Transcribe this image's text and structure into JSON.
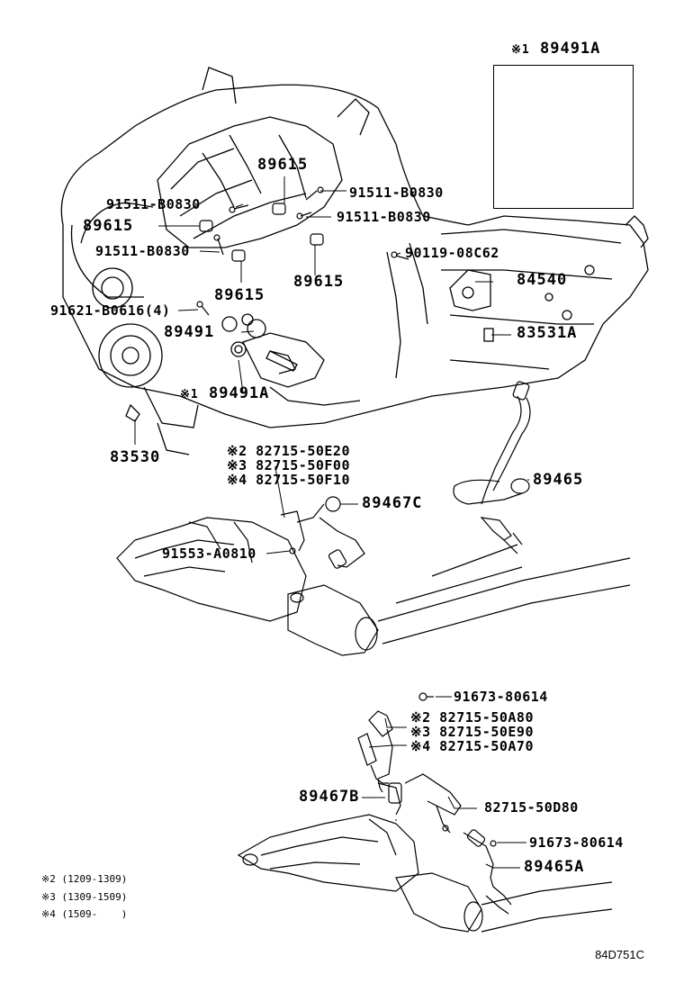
{
  "inset": {
    "mark": "※1",
    "part": "89491A"
  },
  "labels": {
    "p89615_top": "89615",
    "p91511_b0830_r1": "91511-B0830",
    "p91511_b0830_l1": "91511-B0830",
    "p89615_left": "89615",
    "p91511_b0830_r2": "91511-B0830",
    "p91511_b0830_l2": "91511-B0830",
    "p90119": "90119-08C62",
    "p89615_bl": "89615",
    "p89615_br": "89615",
    "p84540": "84540",
    "p91621": "91621-B0616(4)",
    "p89491": "89491",
    "p83531a": "83531A",
    "p89491a_mark": "※1",
    "p89491a": "89491A",
    "p83530": "83530",
    "p82715_mid_2": "※2 82715-50E20",
    "p82715_mid_3": "※3 82715-50F00",
    "p82715_mid_4": "※4 82715-50F10",
    "p89465": "89465",
    "p89467c": "89467C",
    "p91553": "91553-A0810",
    "p91673_top": "91673-80614",
    "p82715_bot_2": "※2 82715-50A80",
    "p82715_bot_3": "※3 82715-50E90",
    "p82715_bot_4": "※4 82715-50A70",
    "p89467b": "89467B",
    "p82715_50d80": "82715-50D80",
    "p91673_bot": "91673-80614",
    "p89465a": "89465A"
  },
  "notes": [
    "※2 (1209-1309)",
    "※3 (1309-1509)",
    "※4 (1509-    )"
  ],
  "diagram_code": "84D751C"
}
